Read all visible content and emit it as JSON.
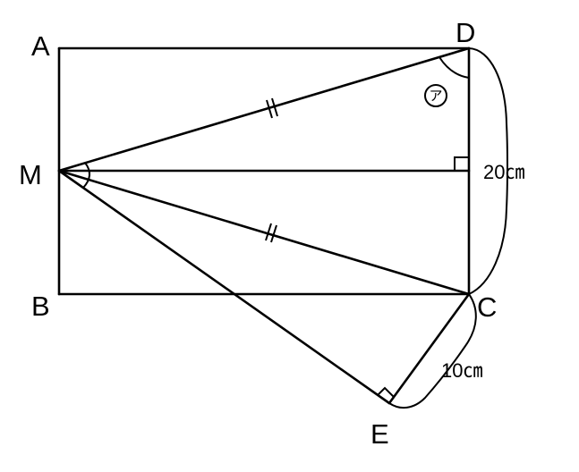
{
  "points": {
    "A": "A",
    "B": "B",
    "C": "C",
    "D": "D",
    "E": "E",
    "M": "M"
  },
  "measurements": {
    "dc_length": "20㎝",
    "ce_length": "10㎝"
  },
  "angle_marker": "ア"
}
